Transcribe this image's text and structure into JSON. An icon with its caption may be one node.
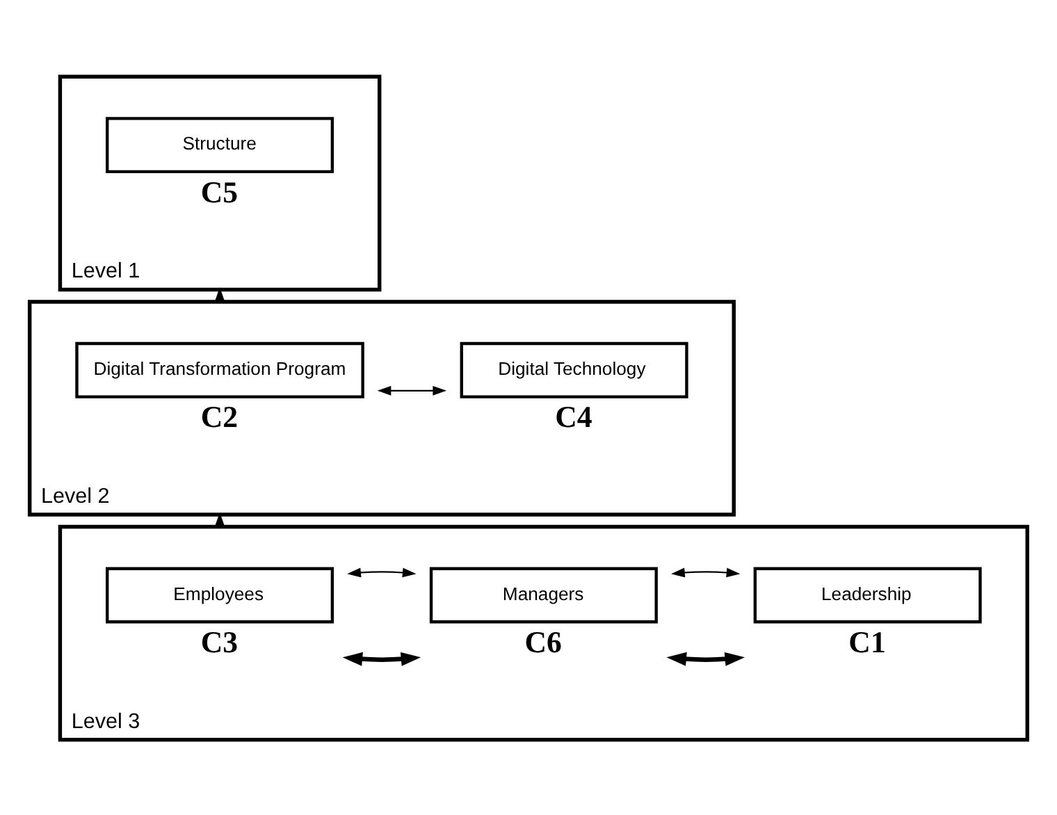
{
  "diagram": {
    "nodes": [
      {
        "text": [
          "Level 1"
        ]
      },
      {
        "text": [
          "Structure"
        ],
        "in": 0,
        "beside": [
          "C5"
        ]
      },
      {
        "text": [
          "Level 2"
        ]
      },
      {
        "text": [
          "Digital Transformation Program"
        ],
        "in": 2,
        "beside": [
          "C2"
        ]
      },
      {
        "text": [
          "Digital Technology"
        ],
        "in": 2,
        "beside": [
          "C4"
        ]
      },
      {
        "text": [
          "Level 3"
        ]
      },
      {
        "text": [
          "Employees"
        ],
        "in": 5,
        "beside": [
          "C3"
        ]
      },
      {
        "text": [
          "Managers"
        ],
        "in": 5,
        "beside": [
          "C6"
        ]
      },
      {
        "text": [
          "Leadership"
        ],
        "in": 5,
        "beside": [
          "C1"
        ]
      }
    ],
    "edges": [
      {
        "from": 5,
        "to": 2,
        "arrow": "to"
      },
      {
        "from": 2,
        "to": 0,
        "arrow": "to"
      },
      {
        "from": 3,
        "to": 4,
        "arrow": "both"
      },
      {
        "from": 6,
        "to": 7,
        "arrow": "both"
      },
      {
        "from": 7,
        "to": 8,
        "arrow": "both"
      },
      {
        "from": 6,
        "to": 7,
        "arrow": "both",
        "style": "thick"
      },
      {
        "from": 7,
        "to": 8,
        "arrow": "both",
        "style": "thick"
      }
    ]
  }
}
